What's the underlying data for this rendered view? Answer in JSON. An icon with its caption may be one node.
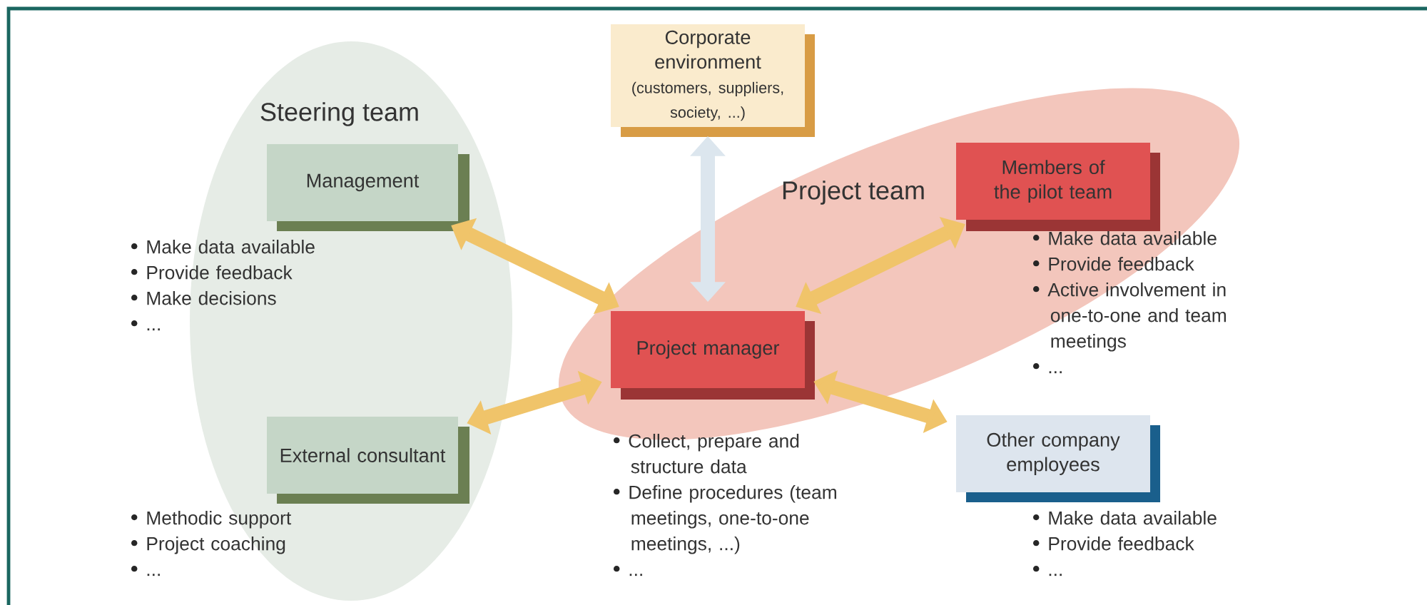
{
  "diagram": {
    "nodes": [
      {
        "text": [
          "Steering team"
        ]
      },
      {
        "text": [
          "Management"
        ],
        "in": 0,
        "beside": [
          "Make data available",
          "Provide feedback",
          "Make decisions",
          "..."
        ]
      },
      {
        "text": [
          "External consultant"
        ],
        "in": 0,
        "beside": [
          "Methodic support",
          "Project coaching",
          "..."
        ]
      },
      {
        "text": [
          "Corporate environment",
          "(customers, suppliers, society, ...)"
        ]
      },
      {
        "text": [
          "Project team"
        ]
      },
      {
        "text": [
          "Members of the pilot team"
        ],
        "in": 4,
        "beside": [
          "Make data available",
          "Provide feedback",
          "Active involvement in one-to-one and team meetings",
          "..."
        ]
      },
      {
        "text": [
          "Project manager"
        ],
        "in": 4,
        "beside": [
          "Collect, prepare and structure data",
          "Define procedures (team meetings, one-to-one meetings, ...)",
          "..."
        ]
      },
      {
        "text": [
          "Other company employees"
        ],
        "beside": [
          "Make data available",
          "Provide feedback",
          "..."
        ]
      }
    ],
    "edges": [
      {
        "from": 1,
        "to": 6,
        "arrow": "both"
      },
      {
        "from": 3,
        "to": 6,
        "arrow": "both",
        "color": "#dce6ee"
      },
      {
        "from": 5,
        "to": 6,
        "arrow": "both"
      },
      {
        "from": 2,
        "to": 6,
        "arrow": "both"
      },
      {
        "from": 6,
        "to": 7,
        "arrow": "both"
      }
    ]
  }
}
